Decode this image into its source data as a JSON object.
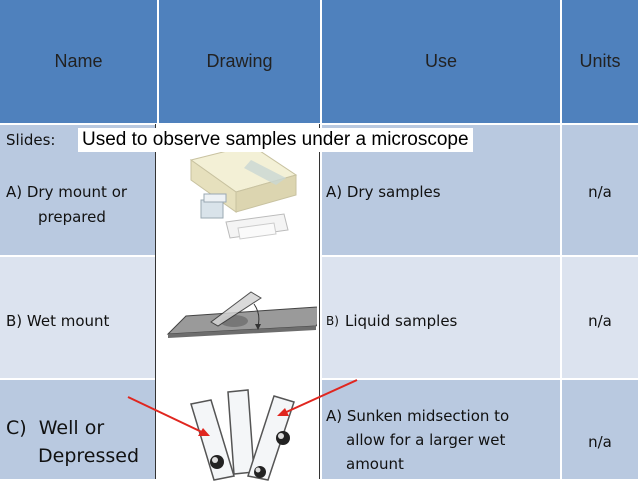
{
  "header": {
    "name": "Name",
    "drawing": "Drawing",
    "use": "Use",
    "units": "Units"
  },
  "overlay_note": "Used to observe samples under a microscope",
  "rows": [
    {
      "name_prefix": "Slides:",
      "name_line1": "A) Dry mount or",
      "name_line2": "prepared",
      "use": "A) Dry samples",
      "units": "n/a"
    },
    {
      "name_line1": "B) Wet mount",
      "use_prefix": "B)",
      "use": "Liquid samples",
      "units": "n/a"
    },
    {
      "name_line1": "C)  Well or",
      "name_line2": "Depressed",
      "use_line1": "A) Sunken midsection to",
      "use_line2": "allow for a larger wet",
      "use_line3": "amount",
      "units": "n/a"
    }
  ],
  "colors": {
    "header_bg": "#4f81bd",
    "row_light": "#dce3ef",
    "row_mid": "#b9c9e0",
    "arrow": "#e0261f"
  },
  "icons": [
    "dry-slide-box-drawing",
    "wet-mount-slide-drawing",
    "well-slides-drawing"
  ]
}
